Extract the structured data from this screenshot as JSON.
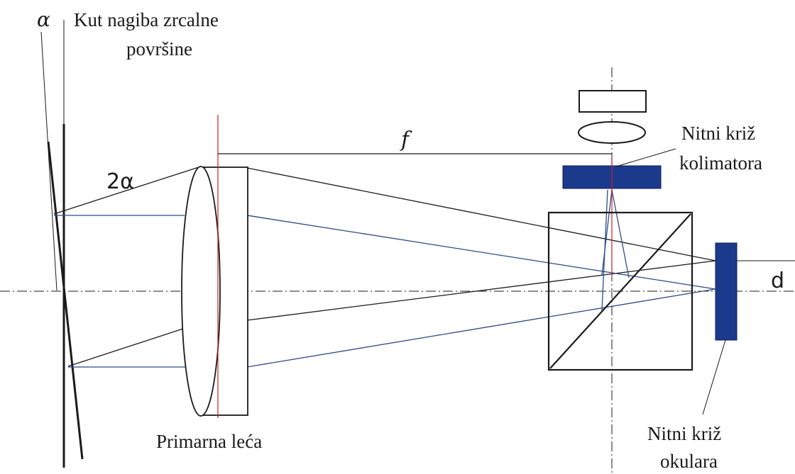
{
  "labels": {
    "alpha_symbol": "α",
    "mirror_angle_line1": "Kut nagiba zrcalne",
    "mirror_angle_line2": "površine",
    "two_alpha": "2α",
    "focal_length": "f",
    "collimator_reticle_line1": "Nitni križ",
    "collimator_reticle_line2": "kolimatora",
    "displacement": "d",
    "primary_lens": "Primarna leća",
    "eyepiece_reticle_line1": "Nitni križ",
    "eyepiece_reticle_line2": "okulara"
  },
  "colors": {
    "outline": "#1a1a1a",
    "ray_blue": "#2f4a86",
    "reticle_fill": "#1c3a8c",
    "focal_red": "#c0222a"
  }
}
